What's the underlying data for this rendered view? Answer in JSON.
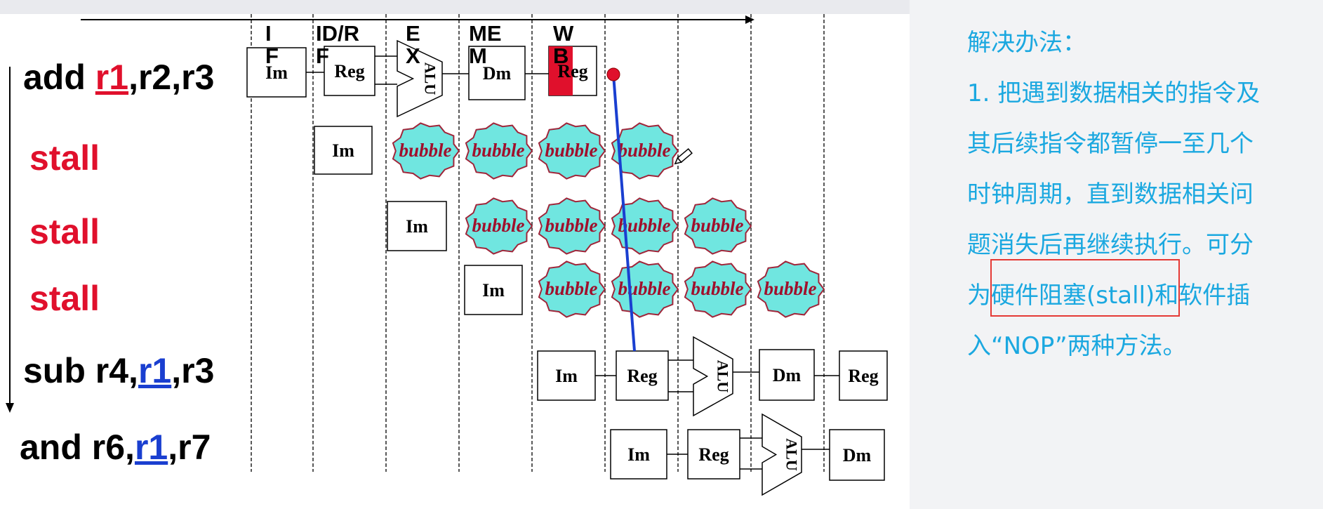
{
  "stages": [
    "I\nF",
    "ID/R\nF",
    "E\nX",
    "ME\nM",
    "W\nB"
  ],
  "instructions": [
    {
      "op": "add ",
      "hazard": "r1",
      "rest": ",r2,r3",
      "kind": "normal"
    },
    {
      "op": "stall",
      "kind": "stall"
    },
    {
      "op": "stall",
      "kind": "stall"
    },
    {
      "op": "stall",
      "kind": "stall"
    },
    {
      "op": "sub r4,",
      "hazard": "r1",
      "rest": ",r3",
      "kind": "normal"
    },
    {
      "op": "and r6,",
      "hazard": "r1",
      "rest": ",r7",
      "kind": "normal"
    }
  ],
  "units": {
    "im": "Im",
    "reg": "Reg",
    "alu": "ALU",
    "dm": "Dm",
    "bubble": "bubble"
  },
  "notes": {
    "lines": [
      "解决办法：",
      "1. 把遇到数据相关的指令及",
      "其后续指令都暂停一至几个",
      "时钟周期，直到数据相关问",
      "题消失后再继续执行。可分",
      "为硬件阻塞(stall)和软件插",
      "入“NOP”两种方法。"
    ]
  },
  "colors": {
    "note_text": "#1ba8e0",
    "stall": "#e0102c",
    "hazard_blue": "#1a3fd0",
    "bubble_fill": "#70e6e0",
    "bubble_border": "#a0263a",
    "forward_line": "#1a3fd0",
    "highlight_box": "#e53935"
  }
}
